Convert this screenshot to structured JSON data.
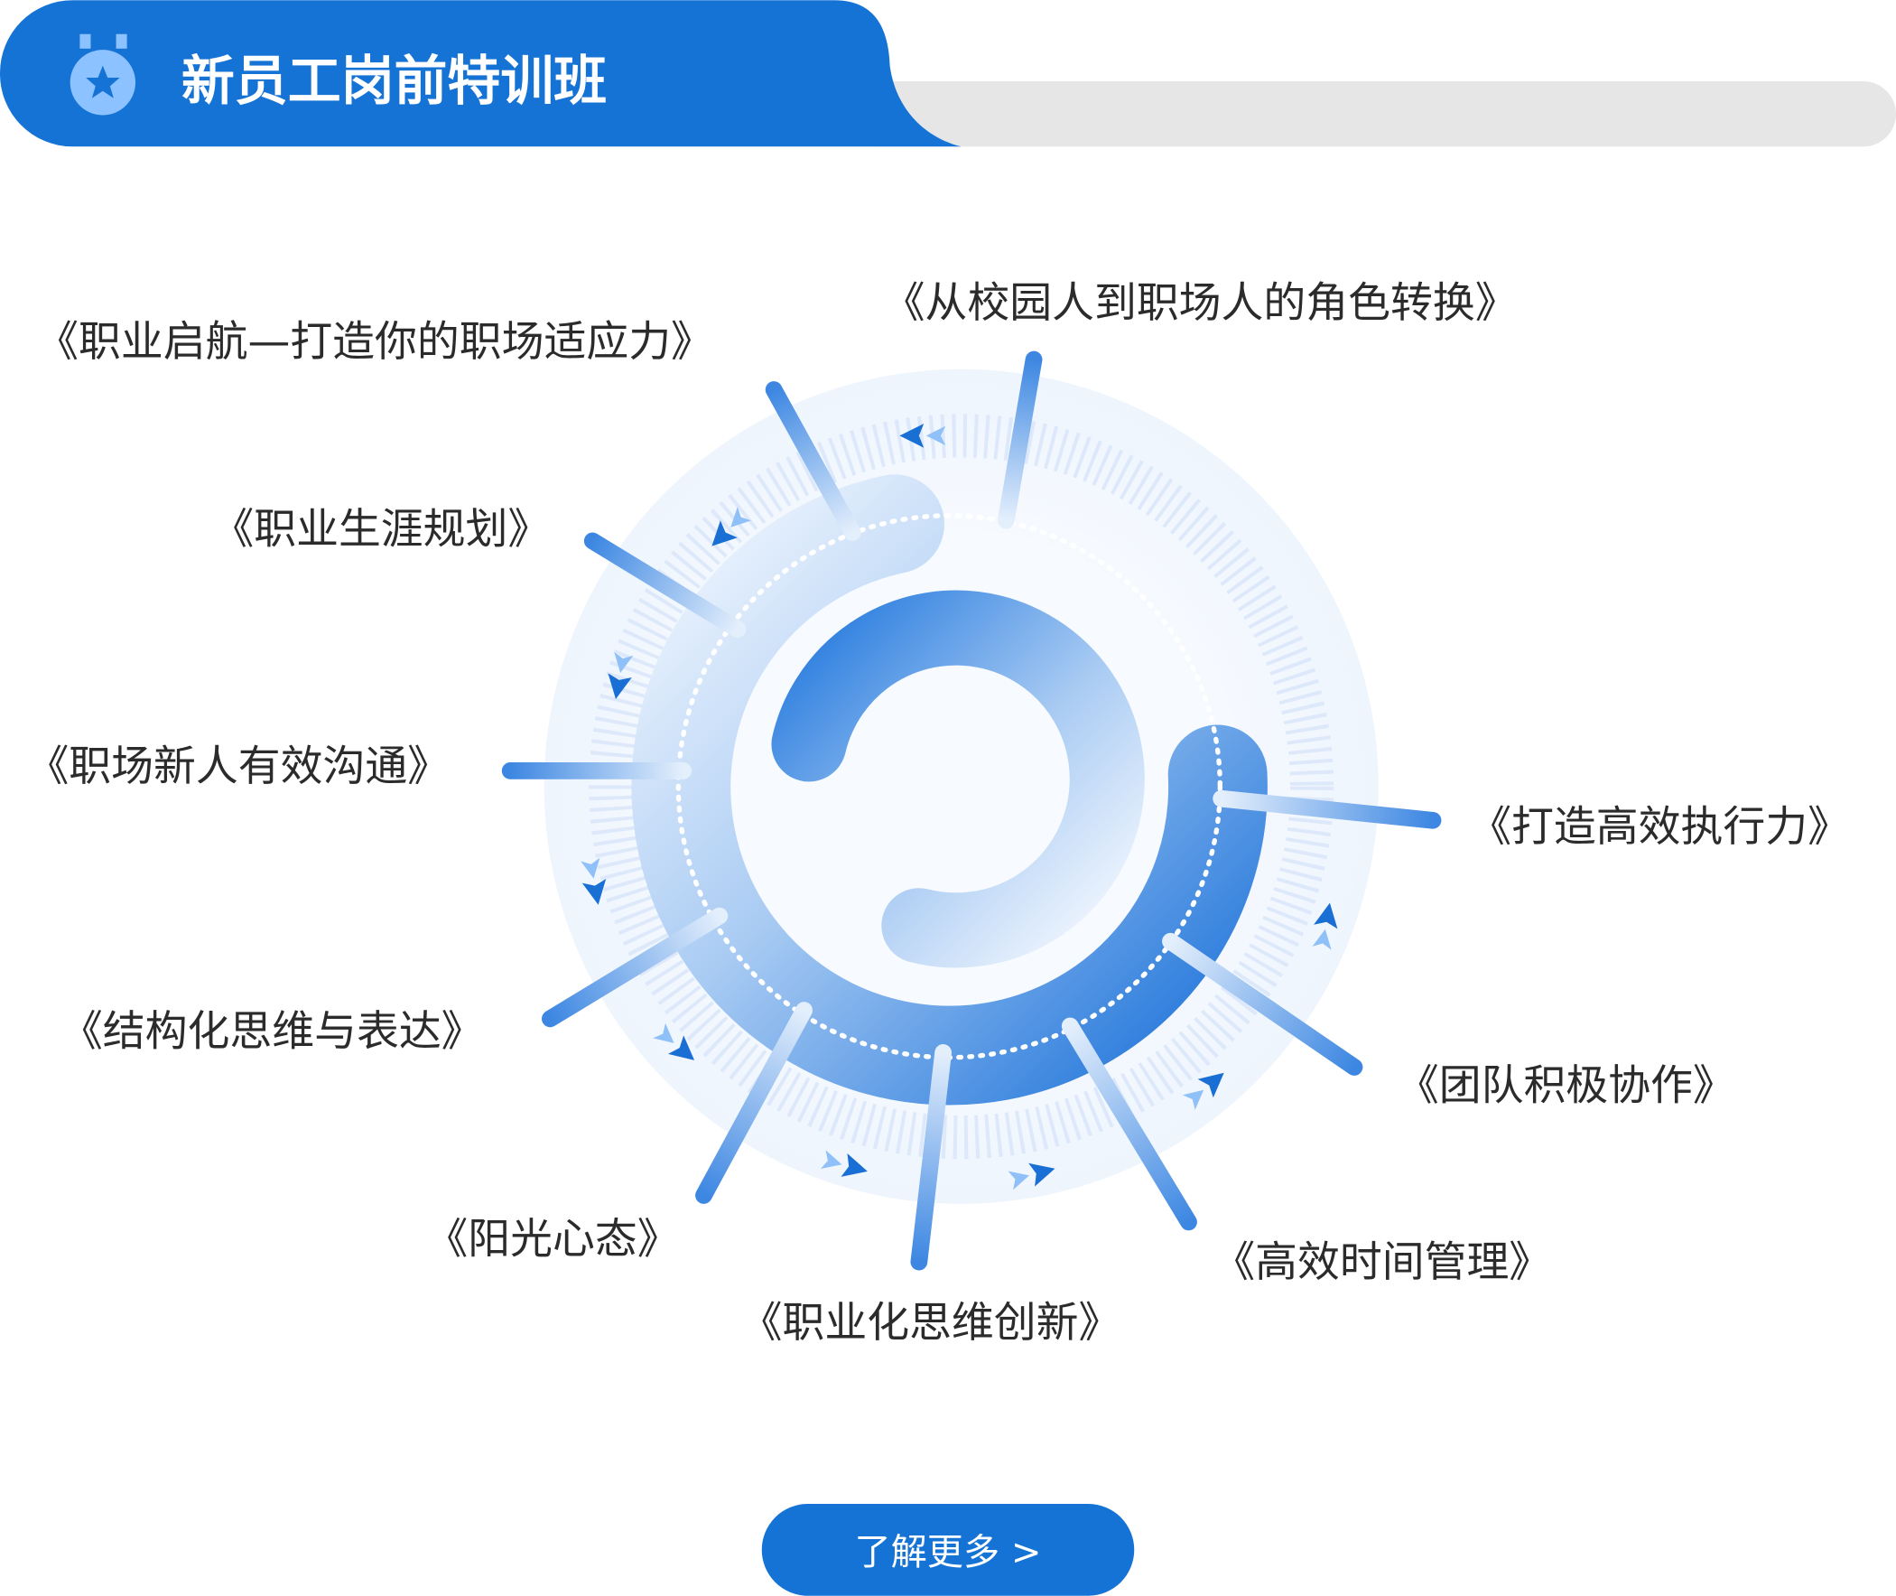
{
  "header": {
    "title": "新员工岗前特训班",
    "icon": "medal-star-icon"
  },
  "courses": [
    {
      "label": "《从校园人到职场人的角色转换》"
    },
    {
      "label": "《职业启航—打造你的职场适应力》"
    },
    {
      "label": "《职业生涯规划》"
    },
    {
      "label": "《职场新人有效沟通》"
    },
    {
      "label": "《结构化思维与表达》"
    },
    {
      "label": "《阳光心态》"
    },
    {
      "label": "《职业化思维创新》"
    },
    {
      "label": "《高效时间管理》"
    },
    {
      "label": "《团队积极协作》"
    },
    {
      "label": "《打造高效执行力》"
    }
  ],
  "button": {
    "label": "了解更多 >"
  },
  "colors": {
    "brand": "#1673d6",
    "track": "#e6e6e6",
    "medal": "#8cc2ff"
  }
}
